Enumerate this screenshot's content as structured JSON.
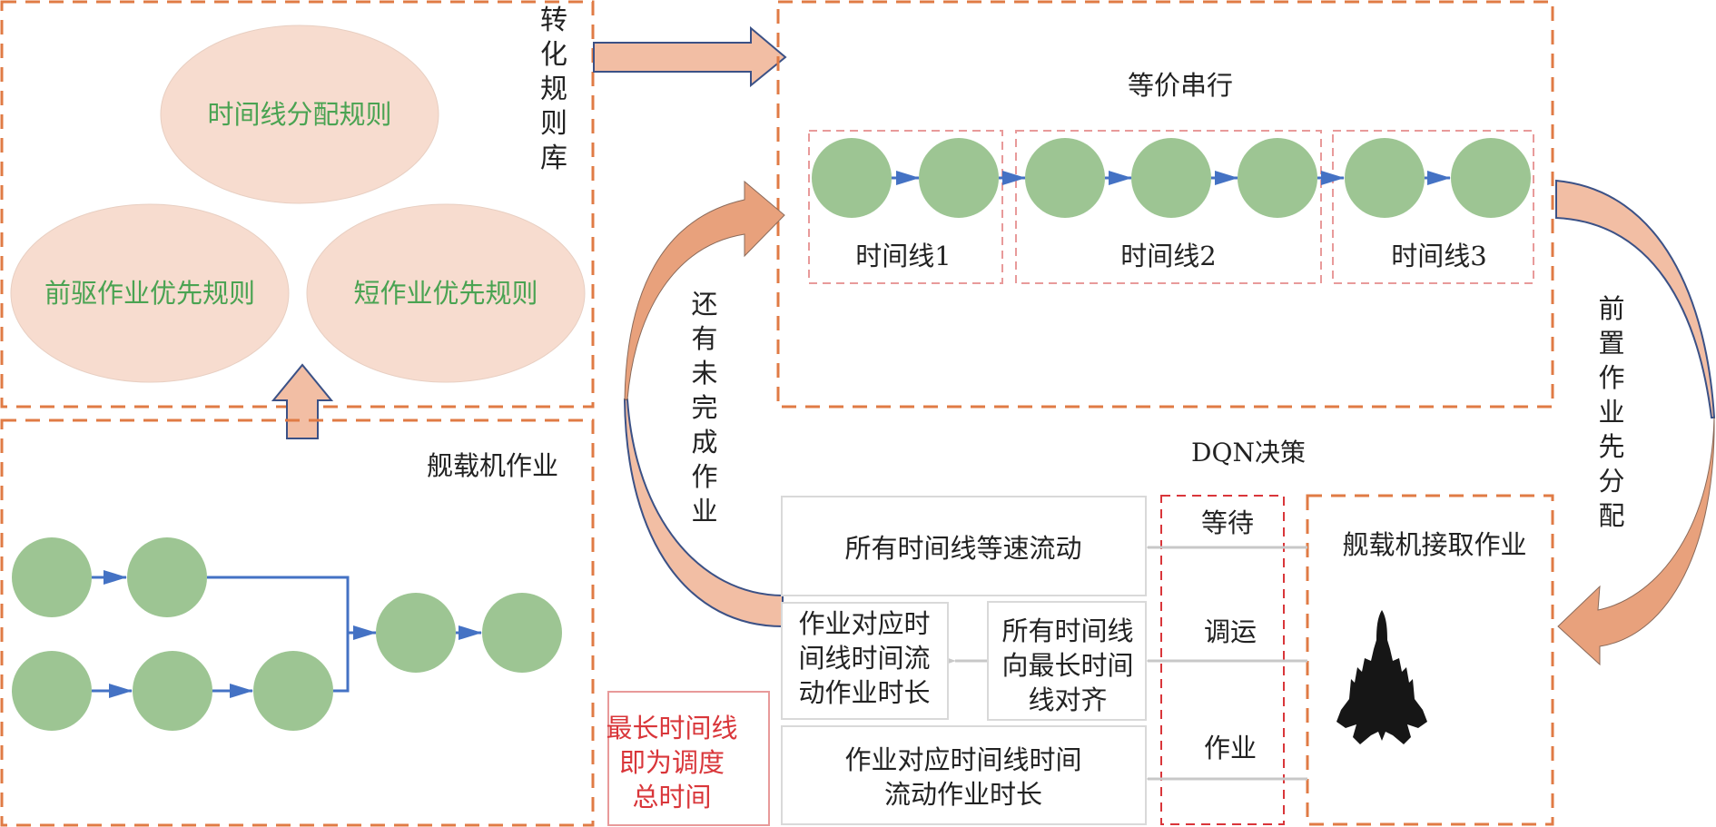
{
  "colors": {
    "orange_dash": "#e07b45",
    "pink_dash": "#e89a9a",
    "red_dash": "#d9363a",
    "node_green": "#9dc593",
    "arrow_blue": "#4472c4",
    "ellipse_fill": "#f7dccf",
    "big_arrow_fill": "#f2bea4",
    "curve_arrow_fill": "#e8a17c",
    "outline_blue": "#3b5186",
    "gray_arrow": "#c8c8c8",
    "rule_text": "#4aa352",
    "highlight_text": "#d9363a"
  },
  "rule_library": {
    "label_chars": [
      "转",
      "化",
      "规",
      "则",
      "库"
    ],
    "rules": [
      {
        "label": "时间线分配规则"
      },
      {
        "label": "前驱作业优先规则"
      },
      {
        "label": "短作业优先规则"
      }
    ]
  },
  "aircraft_operations": {
    "title": "舰载机作业",
    "graph_nodes": 7
  },
  "equivalent_serial": {
    "title": "等价串行",
    "timelines": [
      {
        "label": "时间线1",
        "nodes": 2
      },
      {
        "label": "时间线2",
        "nodes": 3
      },
      {
        "label": "时间线3",
        "nodes": 2
      }
    ]
  },
  "loop_labels": {
    "unfinished_chars": [
      "还",
      "有",
      "未",
      "完",
      "成",
      "作",
      "业"
    ],
    "preassign_chars": [
      "前",
      "置",
      "作",
      "业",
      "先",
      "分",
      "配"
    ]
  },
  "dqn": {
    "title": "DQN决策",
    "actions": [
      {
        "label": "等待"
      },
      {
        "label": "调运"
      },
      {
        "label": "作业"
      }
    ],
    "aircraft_box": {
      "title": "舰载机接取作业",
      "icon": "fighter-jet-icon"
    }
  },
  "outcomes": {
    "wait": {
      "lines": [
        "所有时间线等速流动"
      ]
    },
    "transfer_align": {
      "lines": [
        "所有时间线",
        "向最长时间",
        "线对齐"
      ]
    },
    "transfer_flow": {
      "lines": [
        "作业对应时",
        "间线时间流",
        "动作业时长"
      ]
    },
    "operate": {
      "lines": [
        "作业对应时间线时间",
        "流动作业时长"
      ]
    }
  },
  "note": {
    "lines": [
      "最长时间线",
      "即为调度",
      "总时间"
    ]
  }
}
